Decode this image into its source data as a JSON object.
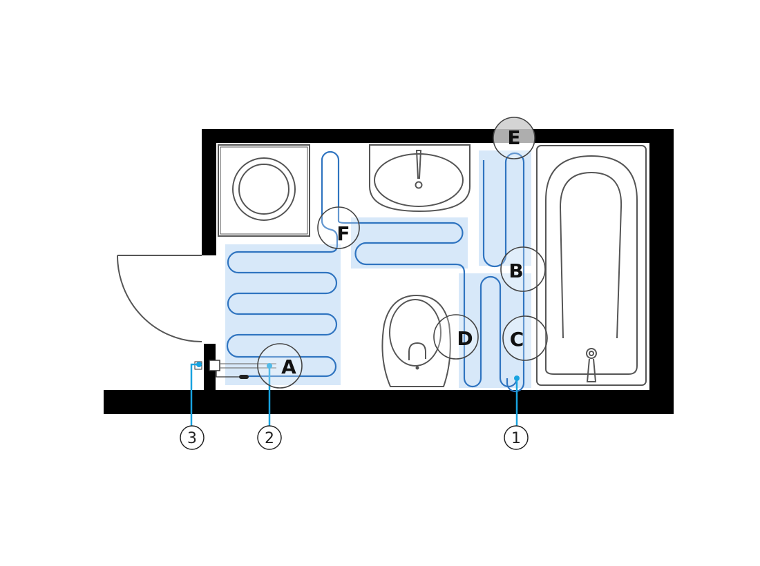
{
  "diagram": {
    "zone_labels": {
      "a": "A",
      "b": "B",
      "c": "C",
      "d": "D",
      "e": "E",
      "f": "F"
    },
    "component_numbers": {
      "n1": "1",
      "n2": "2",
      "n3": "3"
    },
    "colors": {
      "wall": "#000000",
      "zone_fill": "#d3e5f8",
      "cable": "#2f74c0",
      "leader": "#18a3e0",
      "fixture": "#555555"
    }
  }
}
